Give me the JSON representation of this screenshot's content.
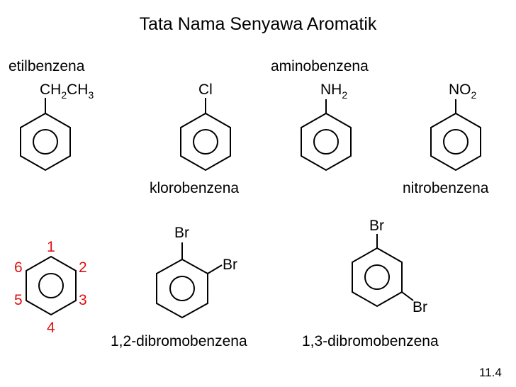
{
  "title": "Tata Nama Senyawa Aromatik",
  "colors": {
    "text": "#000000",
    "numbering": "#e01010",
    "background": "#ffffff"
  },
  "compounds": {
    "etilbenzena": {
      "name": "etilbenzena",
      "sub_a": "CH",
      "sub_a_index": "2",
      "sub_b": "CH",
      "sub_b_index": "3"
    },
    "klorobenzena": {
      "name": "klorobenzena",
      "substituent": "Cl"
    },
    "aminobenzena": {
      "name": "aminobenzena",
      "sub": "NH",
      "sub_index": "2"
    },
    "nitrobenzena": {
      "name": "nitrobenzena",
      "sub": "NO",
      "sub_index": "2"
    },
    "dibromo12": {
      "name": "1,2-dibromobenzena",
      "sub1": "Br",
      "sub2": "Br"
    },
    "dibromo13": {
      "name": "1,3-dibromobenzena",
      "sub1": "Br",
      "sub2": "Br"
    }
  },
  "numbering": [
    "1",
    "2",
    "3",
    "4",
    "5",
    "6"
  ],
  "slide_number": "11.4"
}
